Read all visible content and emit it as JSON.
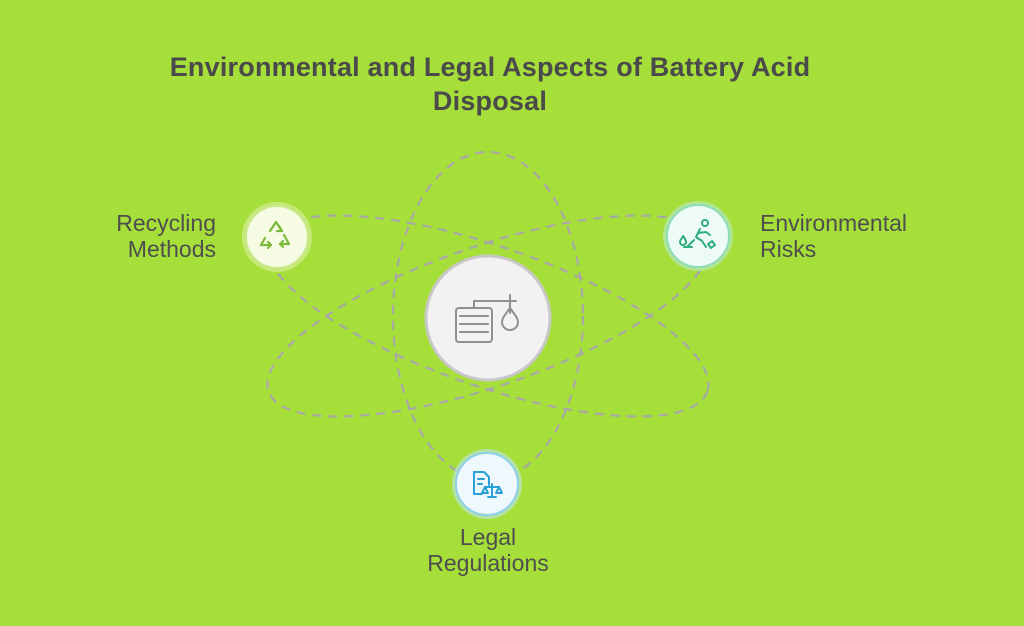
{
  "title": {
    "line1": "Environmental and Legal Aspects of Battery Acid",
    "line2": "Disposal"
  },
  "center": {
    "icon": "battery-acid-icon"
  },
  "nodes": [
    {
      "id": "recycling",
      "line1": "Recycling",
      "line2": "Methods",
      "icon": "recycle-icon",
      "accent": "#8bc34a"
    },
    {
      "id": "environmental",
      "line1": "Environmental",
      "line2": "Risks",
      "icon": "polluter-icon",
      "accent": "#2ebc8a"
    },
    {
      "id": "legal",
      "line1": "Legal",
      "line2": "Regulations",
      "icon": "legal-document-scale-icon",
      "accent": "#2aa8e0"
    }
  ],
  "colors": {
    "background": "#a6de3a",
    "orbit": "#a8a8a8",
    "center_fill": "#f2f2f2",
    "center_border": "#c8c8c8"
  }
}
